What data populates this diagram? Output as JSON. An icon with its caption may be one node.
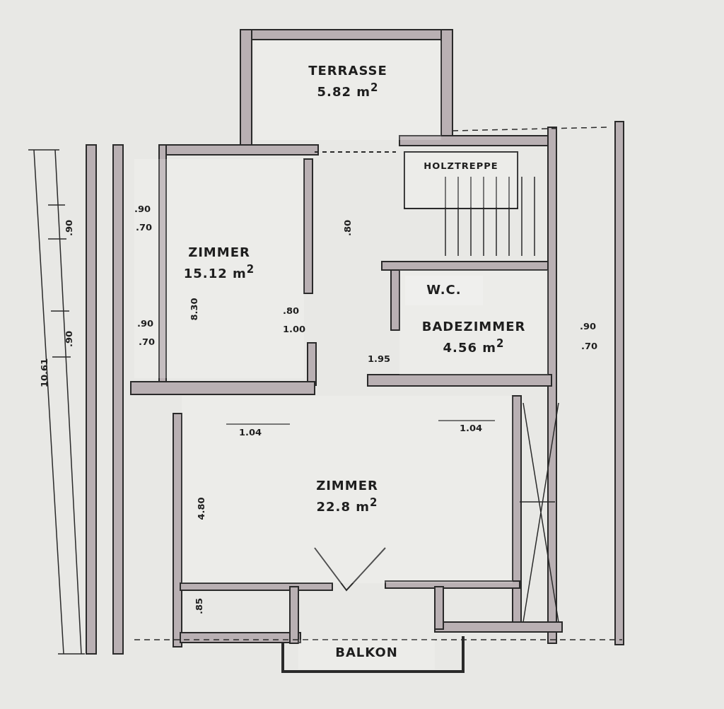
{
  "diagram": {
    "nodes": [
      {
        "text": [
          "TERRASSE",
          "5.82 m$^{2}$"
        ]
      },
      {
        "text": [
          "HOLZTREPPE"
        ]
      },
      {
        "text": [
          "ZIMMER",
          "15.12 m$^{2}$"
        ]
      },
      {
        "text": [
          "BADEZIMMER",
          "4.56 m$^{2}$"
        ]
      },
      {
        "text": [
          "W.C."
        ],
        "in": 3
      },
      {
        "text": [
          "ZIMMER",
          "22.8 m$^{2}$"
        ]
      },
      {
        "text": [
          "BALKON"
        ]
      }
    ],
    "labels": [
      "10.61",
      ".90",
      ".90",
      ".90",
      ".70",
      ".90",
      ".70",
      "8.30",
      ".80",
      "1.00",
      ".80",
      "1.95",
      "1.04",
      "1.04",
      "4.80",
      ".85",
      ".90",
      ".70"
    ]
  }
}
